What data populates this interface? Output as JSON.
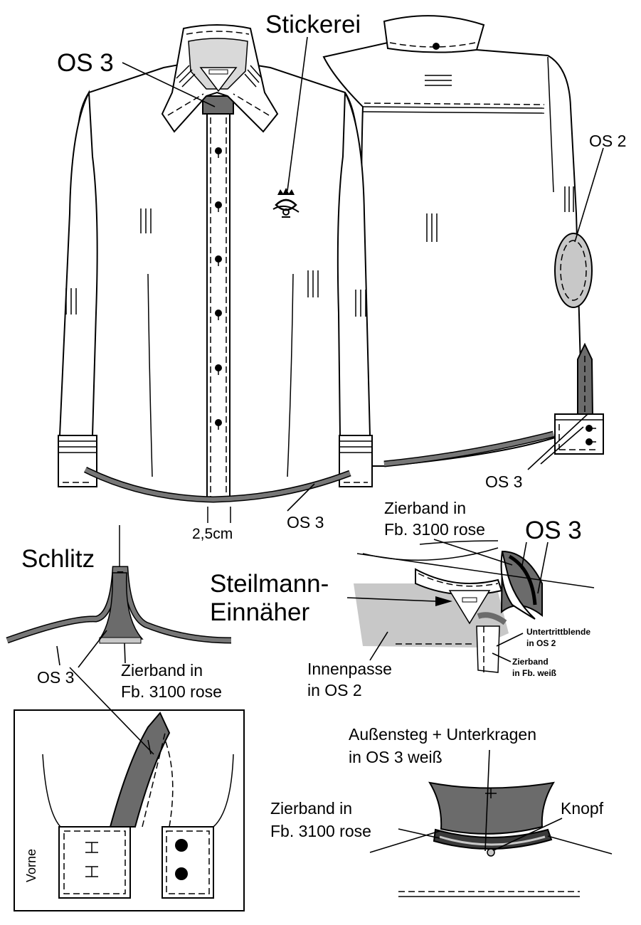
{
  "labels": {
    "stickerei": "Stickerei",
    "os3_collar": "OS 3",
    "os2_elbow": "OS 2",
    "os3_back_cuff": "OS 3",
    "os3_hem": "OS 3",
    "placket_width": "2,5cm",
    "schlitz": "Schlitz",
    "os3_schlitz": "OS 3",
    "zierband_schlitz_1": "Zierband in",
    "zierband_schlitz_2": "Fb. 3100 rose",
    "zierband_top_1": "Zierband in",
    "zierband_top_2": "Fb. 3100 rose",
    "os3_collar_detail": "OS 3",
    "steilmann_1": "Steilmann-",
    "steilmann_2": "Einnäher",
    "untertrittblende_1": "Untertrittblende",
    "untertrittblende_2": "in OS 2",
    "zierband_weiss_1": "Zierband",
    "zierband_weiss_2": "in Fb. weiß",
    "innenpasse_1": "Innenpasse",
    "innenpasse_2": "in OS 2",
    "aussensteg_1": "Außensteg + Unterkragen",
    "aussensteg_2": "in OS 3 weiß",
    "zierband_bottom_1": "Zierband in",
    "zierband_bottom_2": "Fb. 3100 rose",
    "knopf": "Knopf",
    "vorne": "Vorne"
  },
  "colors": {
    "dark_grey": "#6b6b6b",
    "light_grey": "#c8c8c8",
    "outline": "#000000",
    "fabric": "#ffffff"
  },
  "icons": {
    "embroidery": "crown-logo-icon",
    "buttons": "button-dot-icon"
  }
}
